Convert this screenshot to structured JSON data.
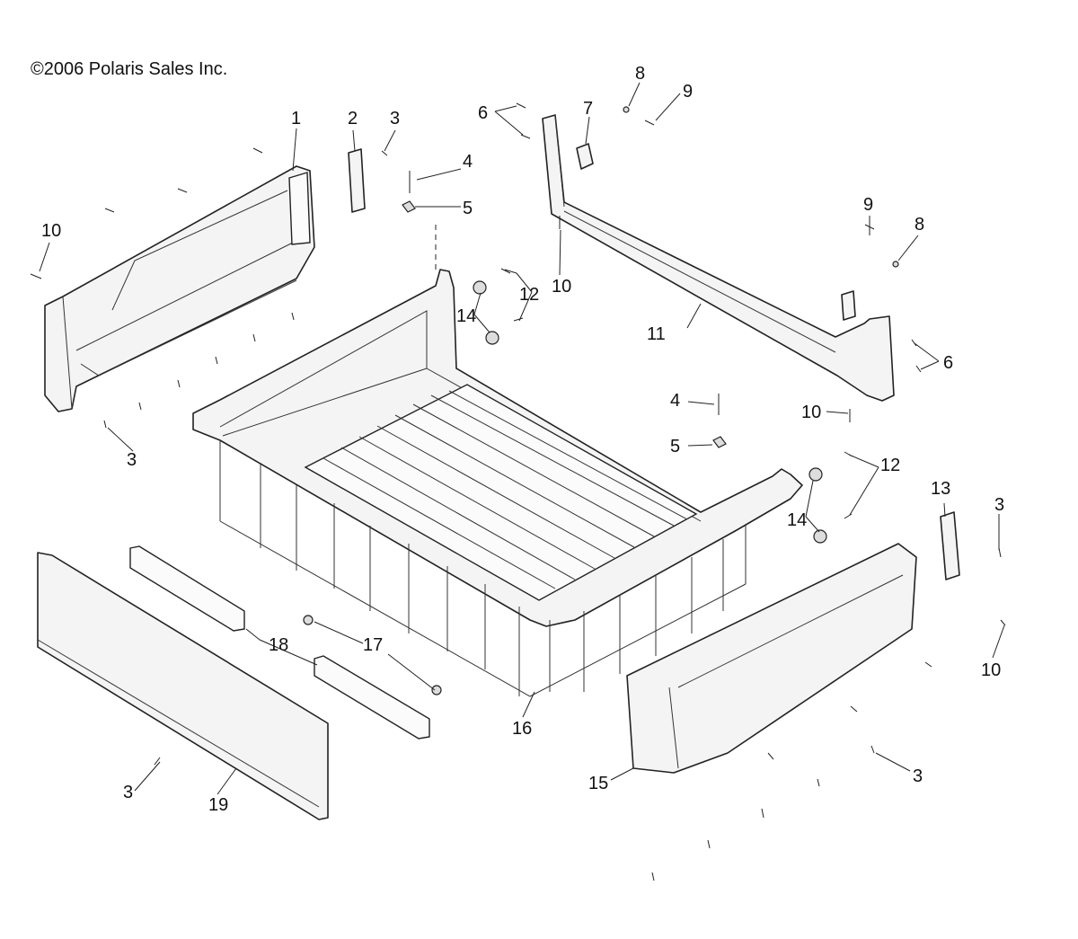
{
  "copyright": "©2006 Polaris Sales Inc.",
  "callouts": [
    {
      "id": "c1",
      "text": "1"
    },
    {
      "id": "c2",
      "text": "2"
    },
    {
      "id": "c3a",
      "text": "3"
    },
    {
      "id": "c3b",
      "text": "3"
    },
    {
      "id": "c3c",
      "text": "3"
    },
    {
      "id": "c3d",
      "text": "3"
    },
    {
      "id": "c3e",
      "text": "3"
    },
    {
      "id": "c4a",
      "text": "4"
    },
    {
      "id": "c4b",
      "text": "4"
    },
    {
      "id": "c5a",
      "text": "5"
    },
    {
      "id": "c5b",
      "text": "5"
    },
    {
      "id": "c6a",
      "text": "6"
    },
    {
      "id": "c6b",
      "text": "6"
    },
    {
      "id": "c7",
      "text": "7"
    },
    {
      "id": "c8a",
      "text": "8"
    },
    {
      "id": "c8b",
      "text": "8"
    },
    {
      "id": "c9a",
      "text": "9"
    },
    {
      "id": "c9b",
      "text": "9"
    },
    {
      "id": "c10a",
      "text": "10"
    },
    {
      "id": "c10b",
      "text": "10"
    },
    {
      "id": "c10c",
      "text": "10"
    },
    {
      "id": "c10d",
      "text": "10"
    },
    {
      "id": "c11",
      "text": "11"
    },
    {
      "id": "c12a",
      "text": "12"
    },
    {
      "id": "c12b",
      "text": "12"
    },
    {
      "id": "c13",
      "text": "13"
    },
    {
      "id": "c14a",
      "text": "14"
    },
    {
      "id": "c14b",
      "text": "14"
    },
    {
      "id": "c15",
      "text": "15"
    },
    {
      "id": "c16",
      "text": "16"
    },
    {
      "id": "c17",
      "text": "17"
    },
    {
      "id": "c18",
      "text": "18"
    },
    {
      "id": "c19",
      "text": "19"
    }
  ]
}
